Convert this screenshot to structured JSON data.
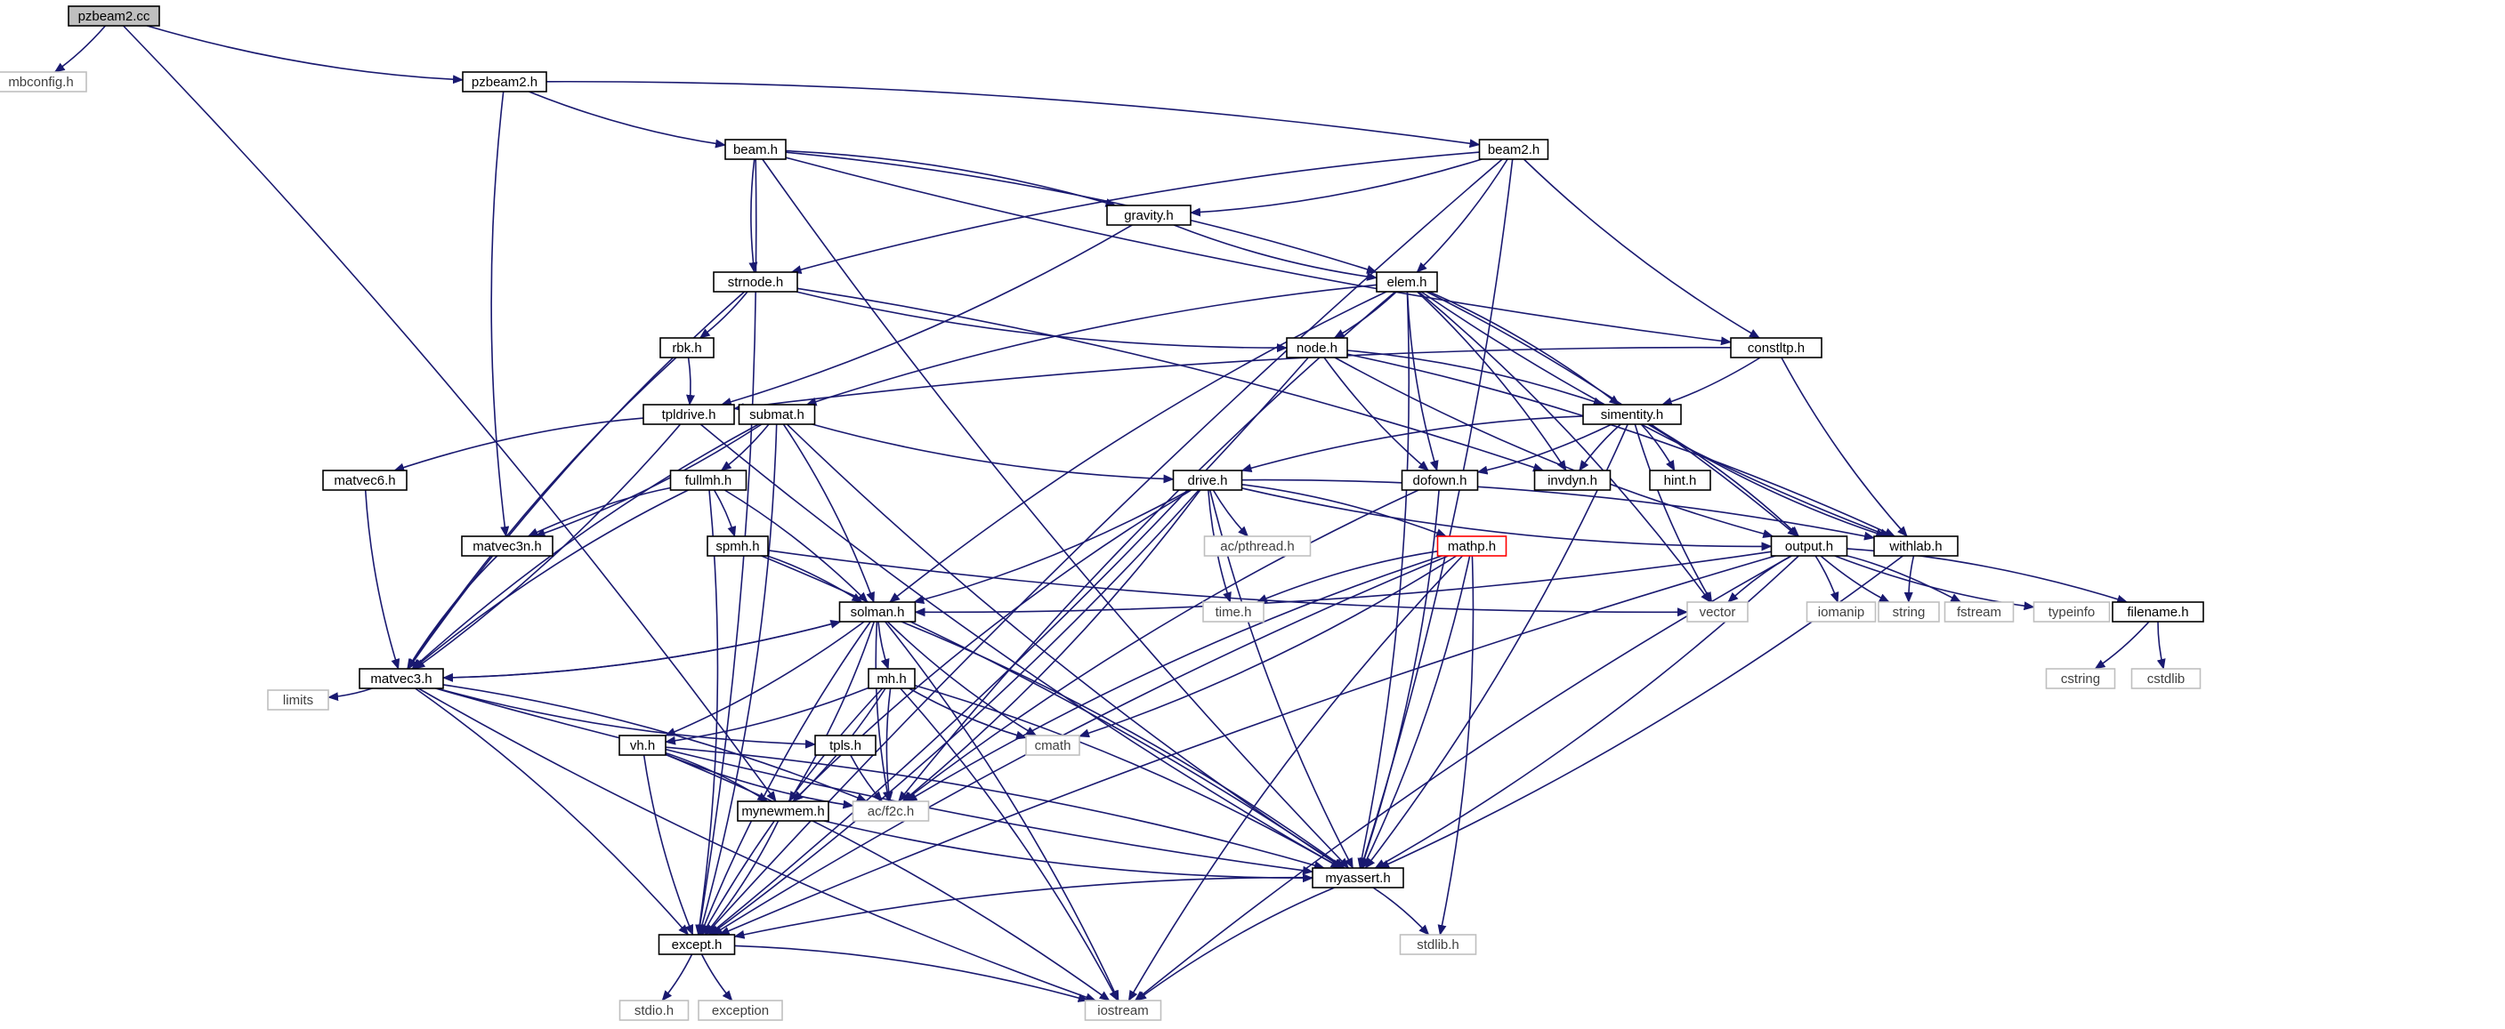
{
  "colors": {
    "edge": "#191970",
    "root_fill": "#bfbfbf",
    "file_border": "#000000",
    "external_border": "#bfbfbf",
    "truncated_border": "#ff0000"
  },
  "nodes": [
    {
      "id": "pzbeam2cc",
      "label": "pzbeam2.cc",
      "kind": "root"
    },
    {
      "id": "mbconfig",
      "label": "mbconfig.h",
      "kind": "external"
    },
    {
      "id": "pzbeam2h",
      "label": "pzbeam2.h",
      "kind": "file"
    },
    {
      "id": "beamh",
      "label": "beam.h",
      "kind": "file"
    },
    {
      "id": "beam2h",
      "label": "beam2.h",
      "kind": "file"
    },
    {
      "id": "gravityh",
      "label": "gravity.h",
      "kind": "file"
    },
    {
      "id": "strnodeh",
      "label": "strnode.h",
      "kind": "file"
    },
    {
      "id": "elemh",
      "label": "elem.h",
      "kind": "file"
    },
    {
      "id": "constltph",
      "label": "constltp.h",
      "kind": "file"
    },
    {
      "id": "rbkh",
      "label": "rbk.h",
      "kind": "file"
    },
    {
      "id": "nodeh",
      "label": "node.h",
      "kind": "file"
    },
    {
      "id": "tpldriveh",
      "label": "tpldrive.h",
      "kind": "file"
    },
    {
      "id": "submath",
      "label": "submat.h",
      "kind": "file"
    },
    {
      "id": "simentityh",
      "label": "simentity.h",
      "kind": "file"
    },
    {
      "id": "matvec6h",
      "label": "matvec6.h",
      "kind": "file"
    },
    {
      "id": "fullmhh",
      "label": "fullmh.h",
      "kind": "file"
    },
    {
      "id": "driveh",
      "label": "drive.h",
      "kind": "file"
    },
    {
      "id": "dofownh",
      "label": "dofown.h",
      "kind": "file"
    },
    {
      "id": "invdynh",
      "label": "invdyn.h",
      "kind": "file"
    },
    {
      "id": "hinth",
      "label": "hint.h",
      "kind": "file"
    },
    {
      "id": "acpthread",
      "label": "ac/pthread.h",
      "kind": "external"
    },
    {
      "id": "withlabh",
      "label": "withlab.h",
      "kind": "file"
    },
    {
      "id": "matvec3nh",
      "label": "matvec3n.h",
      "kind": "file"
    },
    {
      "id": "spmhh",
      "label": "spmh.h",
      "kind": "file"
    },
    {
      "id": "mathph",
      "label": "mathp.h",
      "kind": "truncated"
    },
    {
      "id": "outputh",
      "label": "output.h",
      "kind": "file"
    },
    {
      "id": "timeh",
      "label": "time.h",
      "kind": "external"
    },
    {
      "id": "vector",
      "label": "vector",
      "kind": "external"
    },
    {
      "id": "iomanip",
      "label": "iomanip",
      "kind": "external"
    },
    {
      "id": "string",
      "label": "string",
      "kind": "external"
    },
    {
      "id": "fstream",
      "label": "fstream",
      "kind": "external"
    },
    {
      "id": "typeinfo",
      "label": "typeinfo",
      "kind": "external"
    },
    {
      "id": "filenameh",
      "label": "filename.h",
      "kind": "file"
    },
    {
      "id": "solmanh",
      "label": "solman.h",
      "kind": "file"
    },
    {
      "id": "matvec3h",
      "label": "matvec3.h",
      "kind": "file"
    },
    {
      "id": "mhh",
      "label": "mh.h",
      "kind": "file"
    },
    {
      "id": "cstring",
      "label": "cstring",
      "kind": "external"
    },
    {
      "id": "cstdlib",
      "label": "cstdlib",
      "kind": "external"
    },
    {
      "id": "limits",
      "label": "limits",
      "kind": "external"
    },
    {
      "id": "cmath",
      "label": "cmath",
      "kind": "external"
    },
    {
      "id": "tplsh",
      "label": "tpls.h",
      "kind": "file"
    },
    {
      "id": "vhh",
      "label": "vh.h",
      "kind": "file"
    },
    {
      "id": "mynewmemh",
      "label": "mynewmem.h",
      "kind": "file"
    },
    {
      "id": "acf2ch",
      "label": "ac/f2c.h",
      "kind": "external"
    },
    {
      "id": "myasserth",
      "label": "myassert.h",
      "kind": "file"
    },
    {
      "id": "excepth",
      "label": "except.h",
      "kind": "file"
    },
    {
      "id": "stdlibh",
      "label": "stdlib.h",
      "kind": "external"
    },
    {
      "id": "stdioh",
      "label": "stdio.h",
      "kind": "external"
    },
    {
      "id": "exception",
      "label": "exception",
      "kind": "external"
    },
    {
      "id": "iostream",
      "label": "iostream",
      "kind": "external"
    }
  ],
  "edges": [
    [
      "pzbeam2cc",
      "mbconfig"
    ],
    [
      "pzbeam2cc",
      "pzbeam2h"
    ],
    [
      "pzbeam2cc",
      "mynewmemh"
    ],
    [
      "pzbeam2h",
      "beamh"
    ],
    [
      "pzbeam2h",
      "beam2h"
    ],
    [
      "pzbeam2h",
      "matvec3nh"
    ],
    [
      "beamh",
      "gravityh"
    ],
    [
      "beamh",
      "strnodeh"
    ],
    [
      "beamh",
      "elemh"
    ],
    [
      "beamh",
      "constltph"
    ],
    [
      "beamh",
      "excepth"
    ],
    [
      "beamh",
      "myasserth"
    ],
    [
      "beam2h",
      "gravityh"
    ],
    [
      "beam2h",
      "strnodeh"
    ],
    [
      "beam2h",
      "elemh"
    ],
    [
      "beam2h",
      "constltph"
    ],
    [
      "beam2h",
      "myasserth"
    ],
    [
      "beam2h",
      "excepth"
    ],
    [
      "gravityh",
      "tpldriveh"
    ],
    [
      "gravityh",
      "elemh"
    ],
    [
      "strnodeh",
      "rbkh"
    ],
    [
      "strnodeh",
      "nodeh"
    ],
    [
      "strnodeh",
      "invdynh"
    ],
    [
      "strnodeh",
      "matvec3h"
    ],
    [
      "elemh",
      "nodeh"
    ],
    [
      "elemh",
      "submath"
    ],
    [
      "elemh",
      "simentityh"
    ],
    [
      "elemh",
      "dofownh"
    ],
    [
      "elemh",
      "invdynh"
    ],
    [
      "elemh",
      "withlabh"
    ],
    [
      "elemh",
      "outputh"
    ],
    [
      "elemh",
      "solmanh"
    ],
    [
      "elemh",
      "vector"
    ],
    [
      "elemh",
      "acf2ch"
    ],
    [
      "elemh",
      "myasserth"
    ],
    [
      "constltph",
      "tpldriveh"
    ],
    [
      "constltph",
      "simentityh"
    ],
    [
      "constltph",
      "withlabh"
    ],
    [
      "rbkh",
      "tpldriveh"
    ],
    [
      "rbkh",
      "matvec3h"
    ],
    [
      "nodeh",
      "simentityh"
    ],
    [
      "nodeh",
      "dofownh"
    ],
    [
      "nodeh",
      "withlabh"
    ],
    [
      "nodeh",
      "outputh"
    ],
    [
      "nodeh",
      "excepth"
    ],
    [
      "tpldriveh",
      "matvec6h"
    ],
    [
      "tpldriveh",
      "matvec3h"
    ],
    [
      "tpldriveh",
      "myasserth"
    ],
    [
      "submath",
      "fullmhh"
    ],
    [
      "submath",
      "driveh"
    ],
    [
      "submath",
      "matvec3nh"
    ],
    [
      "submath",
      "matvec3h"
    ],
    [
      "submath",
      "solmanh"
    ],
    [
      "submath",
      "myasserth"
    ],
    [
      "submath",
      "excepth"
    ],
    [
      "simentityh",
      "driveh"
    ],
    [
      "simentityh",
      "dofownh"
    ],
    [
      "simentityh",
      "invdynh"
    ],
    [
      "simentityh",
      "hinth"
    ],
    [
      "simentityh",
      "withlabh"
    ],
    [
      "simentityh",
      "outputh"
    ],
    [
      "simentityh",
      "vector"
    ],
    [
      "simentityh",
      "myasserth"
    ],
    [
      "matvec6h",
      "matvec3h"
    ],
    [
      "fullmhh",
      "spmhh"
    ],
    [
      "fullmhh",
      "matvec3nh"
    ],
    [
      "fullmhh",
      "solmanh"
    ],
    [
      "fullmhh",
      "matvec3h"
    ],
    [
      "fullmhh",
      "excepth"
    ],
    [
      "driveh",
      "acpthread"
    ],
    [
      "driveh",
      "withlabh"
    ],
    [
      "driveh",
      "outputh"
    ],
    [
      "driveh",
      "mathph"
    ],
    [
      "driveh",
      "timeh"
    ],
    [
      "driveh",
      "solmanh"
    ],
    [
      "driveh",
      "mynewmemh"
    ],
    [
      "driveh",
      "acf2ch"
    ],
    [
      "driveh",
      "myasserth"
    ],
    [
      "driveh",
      "excepth"
    ],
    [
      "dofownh",
      "acf2ch"
    ],
    [
      "dofownh",
      "myasserth"
    ],
    [
      "withlabh",
      "string"
    ],
    [
      "withlabh",
      "myasserth"
    ],
    [
      "matvec3nh",
      "matvec3h"
    ],
    [
      "spmhh",
      "solmanh"
    ],
    [
      "spmhh",
      "vector"
    ],
    [
      "spmhh",
      "myasserth"
    ],
    [
      "mathph",
      "timeh"
    ],
    [
      "mathph",
      "cmath"
    ],
    [
      "mathph",
      "acf2ch"
    ],
    [
      "mathph",
      "myasserth"
    ],
    [
      "mathph",
      "excepth"
    ],
    [
      "mathph",
      "stdlibh"
    ],
    [
      "mathph",
      "iostream"
    ],
    [
      "outputh",
      "solmanh"
    ],
    [
      "outputh",
      "vector"
    ],
    [
      "outputh",
      "iomanip"
    ],
    [
      "outputh",
      "string"
    ],
    [
      "outputh",
      "fstream"
    ],
    [
      "outputh",
      "typeinfo"
    ],
    [
      "outputh",
      "filenameh"
    ],
    [
      "outputh",
      "excepth"
    ],
    [
      "outputh",
      "myasserth"
    ],
    [
      "outputh",
      "iostream"
    ],
    [
      "filenameh",
      "cstring"
    ],
    [
      "filenameh",
      "cstdlib"
    ],
    [
      "solmanh",
      "matvec3h"
    ],
    [
      "solmanh",
      "mhh"
    ],
    [
      "solmanh",
      "vhh"
    ],
    [
      "solmanh",
      "cmath"
    ],
    [
      "solmanh",
      "mynewmemh"
    ],
    [
      "solmanh",
      "acf2ch"
    ],
    [
      "solmanh",
      "myasserth"
    ],
    [
      "solmanh",
      "excepth"
    ],
    [
      "solmanh",
      "iostream"
    ],
    [
      "matvec3h",
      "solmanh"
    ],
    [
      "matvec3h",
      "limits"
    ],
    [
      "matvec3h",
      "tplsh"
    ],
    [
      "matvec3h",
      "acf2ch"
    ],
    [
      "matvec3h",
      "myasserth"
    ],
    [
      "matvec3h",
      "excepth"
    ],
    [
      "matvec3h",
      "iostream"
    ],
    [
      "mhh",
      "vhh"
    ],
    [
      "mhh",
      "cmath"
    ],
    [
      "mhh",
      "mynewmemh"
    ],
    [
      "mhh",
      "acf2ch"
    ],
    [
      "mhh",
      "myasserth"
    ],
    [
      "mhh",
      "excepth"
    ],
    [
      "mhh",
      "iostream"
    ],
    [
      "tplsh",
      "acf2ch"
    ],
    [
      "vhh",
      "mynewmemh"
    ],
    [
      "vhh",
      "acf2ch"
    ],
    [
      "vhh",
      "myasserth"
    ],
    [
      "vhh",
      "excepth"
    ],
    [
      "vhh",
      "iostream"
    ],
    [
      "mynewmemh",
      "myasserth"
    ],
    [
      "mynewmemh",
      "excepth"
    ],
    [
      "myasserth",
      "excepth"
    ],
    [
      "myasserth",
      "stdlibh"
    ],
    [
      "myasserth",
      "iostream"
    ],
    [
      "excepth",
      "stdioh"
    ],
    [
      "excepth",
      "exception"
    ],
    [
      "excepth",
      "iostream"
    ]
  ]
}
